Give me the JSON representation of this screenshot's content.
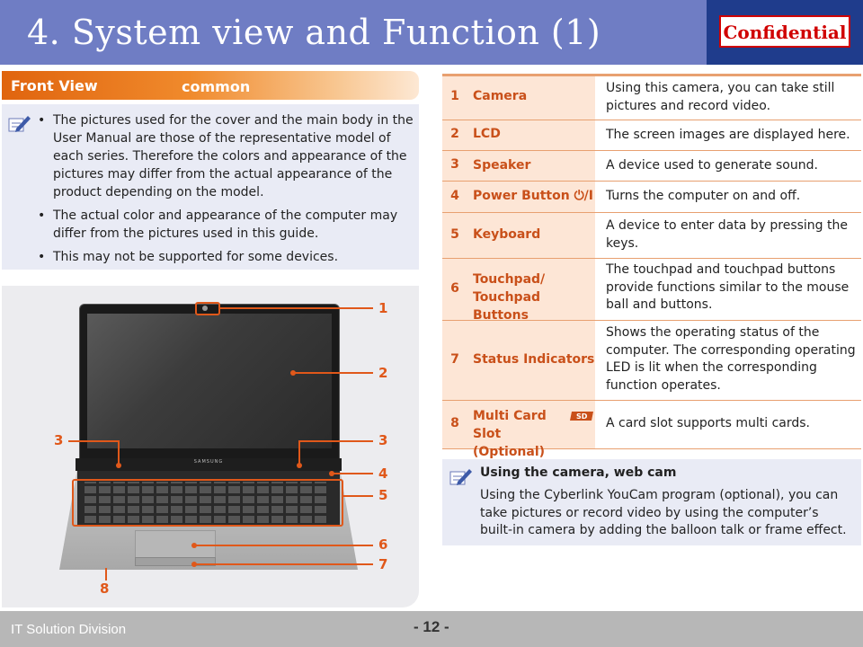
{
  "header": {
    "title": "4. System view and Function (1)",
    "stamp": "Confidential"
  },
  "front_view": {
    "title": "Front View",
    "subtitle": "common"
  },
  "notes": [
    "The pictures used for the cover and the main body in the User Manual are those of the representative model of each series. Therefore the colors and appearance of the pictures may differ from the actual appearance of the product depending on the model.",
    "The actual color and appearance of the computer may differ from the pictures used in this guide.",
    "This may not be supported for some devices."
  ],
  "laptop": {
    "brand": "SAMSUNG"
  },
  "callouts": [
    "1",
    "2",
    "3",
    "3",
    "4",
    "5",
    "6",
    "7",
    "8"
  ],
  "table": [
    {
      "num": "1",
      "item": "Camera",
      "desc": "Using this camera, you can take still pictures and record video."
    },
    {
      "num": "2",
      "item": "LCD",
      "desc": "The screen images are displayed here."
    },
    {
      "num": "3",
      "item": "Speaker",
      "desc": "A device used to generate sound."
    },
    {
      "num": "4",
      "item": "Power Button ⏻/I",
      "desc": "Turns the computer on and off."
    },
    {
      "num": "5",
      "item": "Keyboard",
      "desc": "A device to enter data by pressing the keys."
    },
    {
      "num": "6",
      "item": "Touchpad/ Touchpad Buttons",
      "desc": "The touchpad and touchpad buttons provide functions similar to the mouse ball and buttons."
    },
    {
      "num": "7",
      "item": "Status Indicators",
      "desc": "Shows the operating status of the computer. The corresponding operating LED is lit when the corresponding function operates."
    },
    {
      "num": "8",
      "item": "Multi Card Slot (Optional)",
      "desc": "A card slot supports multi cards."
    }
  ],
  "tip": {
    "title": "Using the camera, web cam",
    "text": "Using the Cyberlink YouCam program (optional), you can take pictures or record video by using the computer’s built-in camera by adding the balloon talk or frame effect."
  },
  "footer": {
    "division": "IT Solution Division",
    "page": "- 12 -"
  },
  "colors": {
    "header": "#6f7dc4",
    "accent": "#e0581a",
    "stamp": "#d00000"
  }
}
